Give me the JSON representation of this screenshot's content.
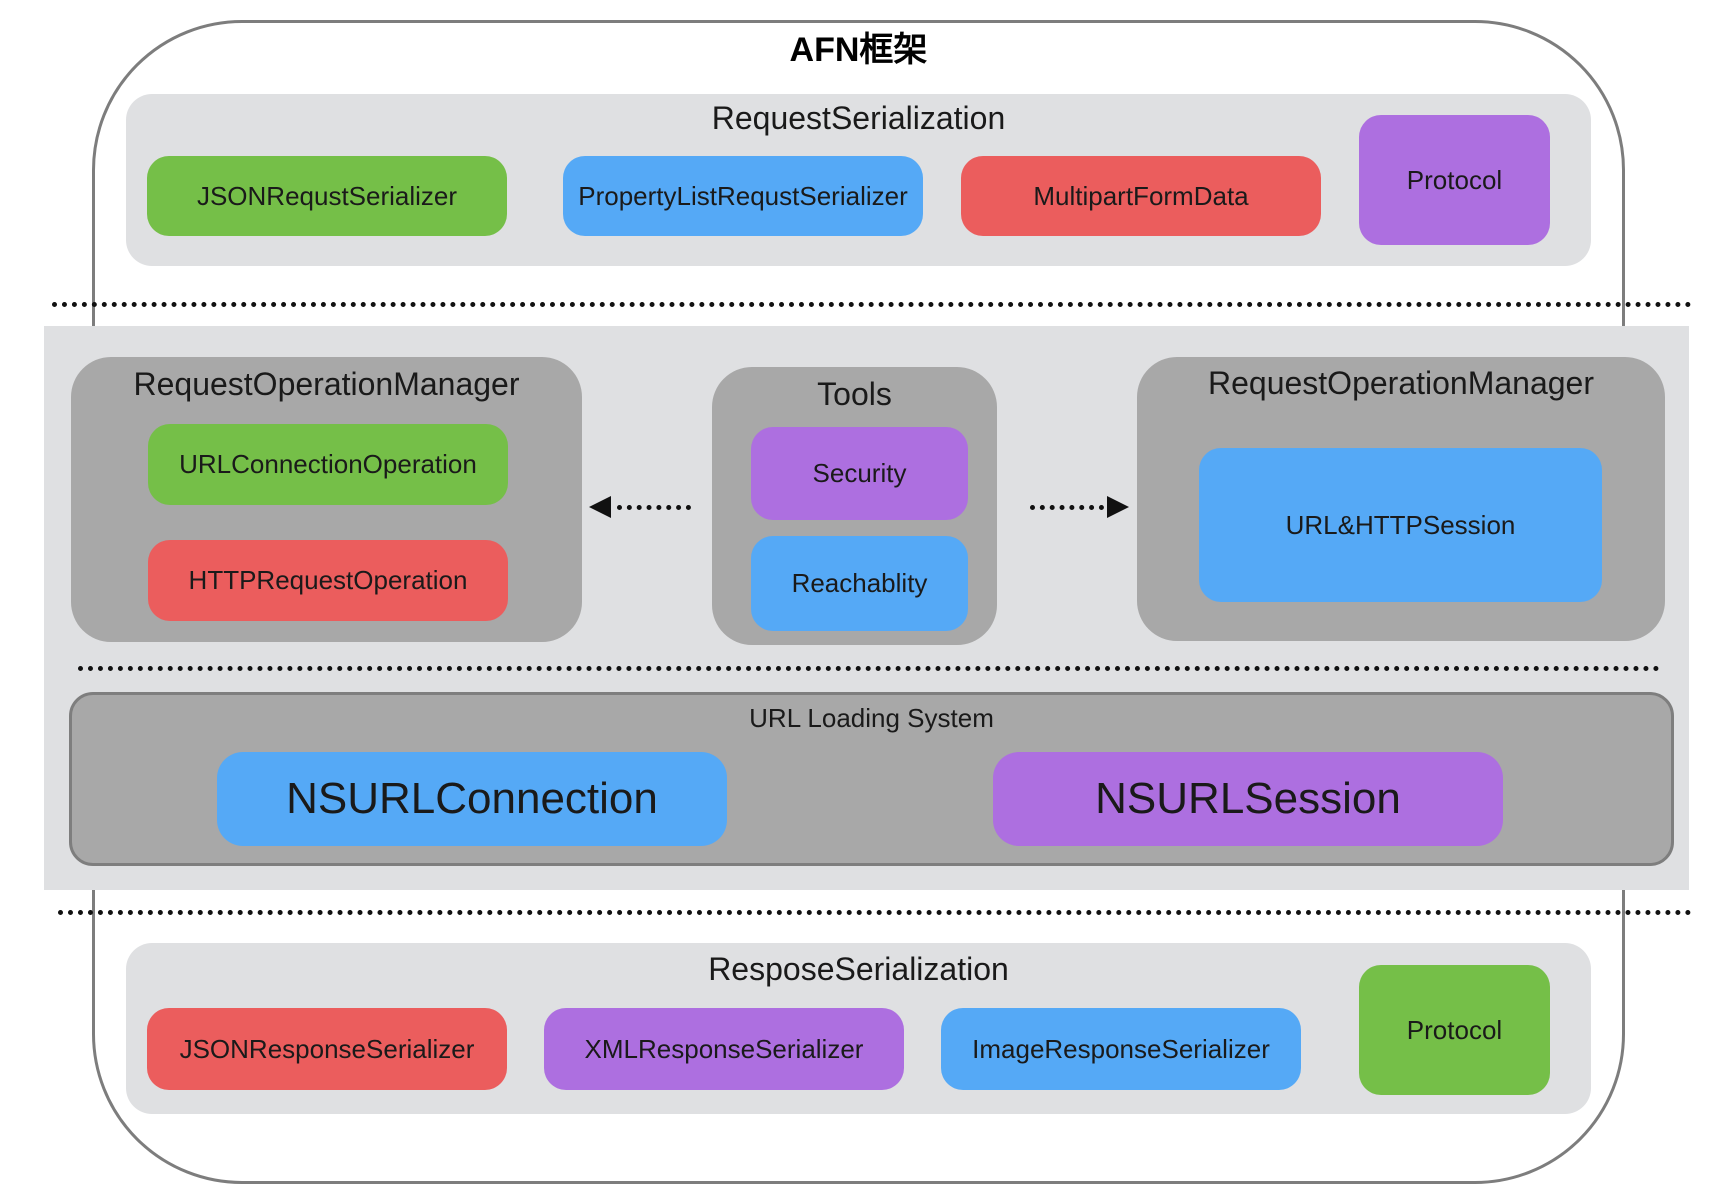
{
  "title": "AFN框架",
  "request_serialization": {
    "label": "RequestSerialization",
    "items": [
      "JSONRequstSerializer",
      "PropertyListRequstSerializer",
      "MultipartFormData"
    ],
    "protocol": "Protocol"
  },
  "middle": {
    "left_manager": {
      "label": "RequestOperationManager",
      "items": [
        "URLConnectionOperation",
        "HTTPRequestOperation"
      ]
    },
    "tools": {
      "label": "Tools",
      "items": [
        "Security",
        "Reachablity"
      ]
    },
    "right_manager": {
      "label": "RequestOperationManager",
      "item": "URL&HTTPSession"
    },
    "url_loading": {
      "label": "URL Loading System",
      "items": [
        "NSURLConnection",
        "NSURLSession"
      ]
    }
  },
  "response_serialization": {
    "label": "ResposeSerialization",
    "items": [
      "JSONResponseSerializer",
      "XMLResponseSerializer",
      "ImageResponseSerializer"
    ],
    "protocol": "Protocol"
  },
  "colors": {
    "green": "#75bf48",
    "blue": "#55a9f6",
    "red": "#eb5d5d",
    "purple": "#ad6fe0",
    "panel_light": "#dfe0e2",
    "panel_dark": "#a8a8a8"
  }
}
